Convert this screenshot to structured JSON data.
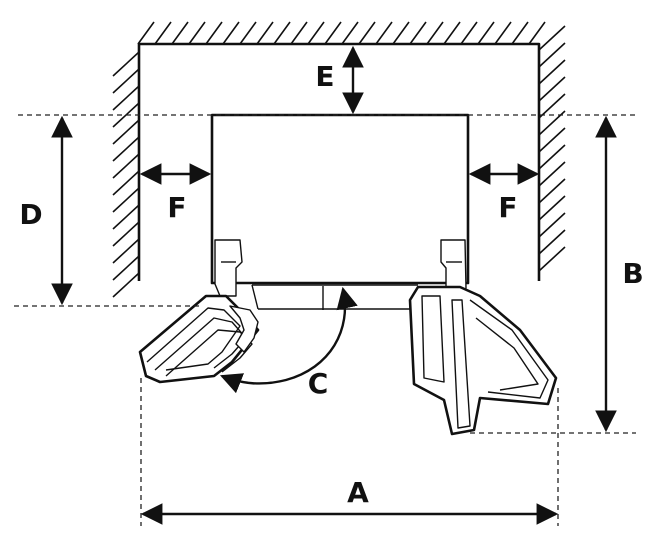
{
  "diagram": {
    "labels": {
      "a": "A",
      "b": "B",
      "c": "C",
      "d": "D",
      "e": "E",
      "f_left": "F",
      "f_right": "F"
    },
    "colors": {
      "ink": "#111111",
      "background": "#ffffff"
    }
  }
}
